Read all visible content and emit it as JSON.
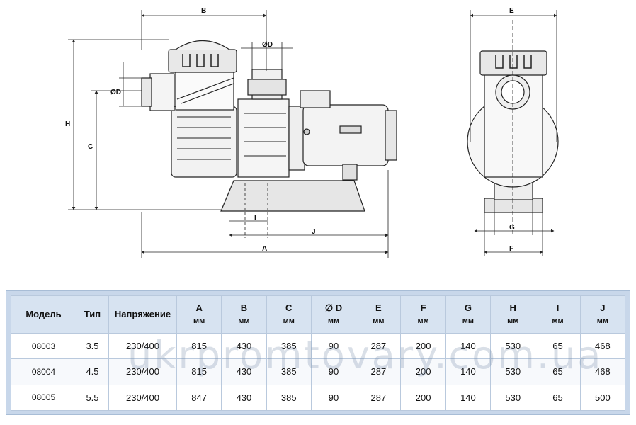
{
  "dimension_labels": {
    "a": "A",
    "b": "B",
    "c": "C",
    "d_left": "ØD",
    "d_top": "ØD",
    "e": "E",
    "f": "F",
    "g": "G",
    "h": "H",
    "i": "I",
    "j": "J"
  },
  "table": {
    "headers": [
      {
        "label": "Модель",
        "unit": ""
      },
      {
        "label": "Тип",
        "unit": ""
      },
      {
        "label": "Напряжение",
        "unit": ""
      },
      {
        "label": "A",
        "unit": "мм"
      },
      {
        "label": "B",
        "unit": "мм"
      },
      {
        "label": "C",
        "unit": "мм"
      },
      {
        "label": "∅ D",
        "unit": "мм"
      },
      {
        "label": "E",
        "unit": "мм"
      },
      {
        "label": "F",
        "unit": "мм"
      },
      {
        "label": "G",
        "unit": "мм"
      },
      {
        "label": "H",
        "unit": "мм"
      },
      {
        "label": "I",
        "unit": "мм"
      },
      {
        "label": "J",
        "unit": "мм"
      }
    ],
    "rows": [
      [
        "08003",
        "3.5",
        "230/400",
        "815",
        "430",
        "385",
        "90",
        "287",
        "200",
        "140",
        "530",
        "65",
        "468"
      ],
      [
        "08004",
        "4.5",
        "230/400",
        "815",
        "430",
        "385",
        "90",
        "287",
        "200",
        "140",
        "530",
        "65",
        "468"
      ],
      [
        "08005",
        "5.5",
        "230/400",
        "847",
        "430",
        "385",
        "90",
        "287",
        "200",
        "140",
        "530",
        "65",
        "500"
      ]
    ]
  },
  "watermark": "ukrpromtovary.com.ua"
}
